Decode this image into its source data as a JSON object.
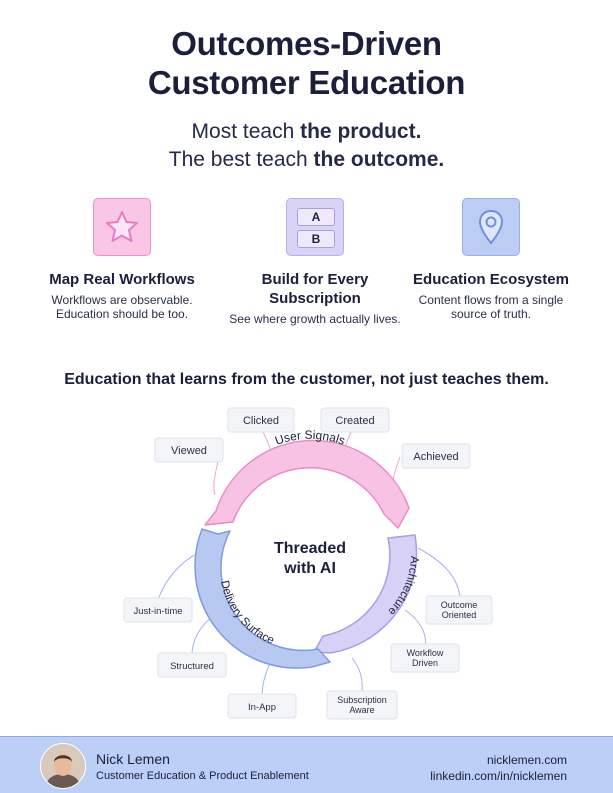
{
  "title_line1": "Outcomes-Driven",
  "title_line2": "Customer Education",
  "subtitle": {
    "line1_a": "Most teach ",
    "line1_b": "the product.",
    "line2_a": "The best teach ",
    "line2_b": "the outcome."
  },
  "features": [
    {
      "title": "Map Real Workflows",
      "desc": "Workflows are observable. Education should be too.",
      "icon": "star-icon"
    },
    {
      "title": "Build for Every Subscription",
      "desc": "See where growth actually lives.",
      "icon": "ab-icon",
      "icon_labels": [
        "A",
        "B"
      ]
    },
    {
      "title": "Education Ecosystem",
      "desc": "Content flows from a single source of truth.",
      "icon": "location-pin-icon"
    }
  ],
  "tagline": "Education that learns from the customer, not just teaches them.",
  "diagram": {
    "center_line1": "Threaded",
    "center_line2": "with AI",
    "segments": {
      "top": "User Signals",
      "right": "Architecture",
      "left": "Delivery Surface"
    },
    "top_labels": [
      "Viewed",
      "Clicked",
      "Created",
      "Achieved"
    ],
    "right_labels": [
      "Outcome Oriented",
      "Workflow Driven",
      "Subscription Aware"
    ],
    "left_labels": [
      "Just-in-time",
      "Structured",
      "In-App"
    ],
    "colors": {
      "pink": "#f7c2e3",
      "purple": "#d7d1f5",
      "blue": "#b7c9f1"
    }
  },
  "footer": {
    "name": "Nick Lemen",
    "role": "Customer Education & Product Enablement",
    "website": "nicklemen.com",
    "linkedin": "linkedin.com/in/nicklemen"
  }
}
